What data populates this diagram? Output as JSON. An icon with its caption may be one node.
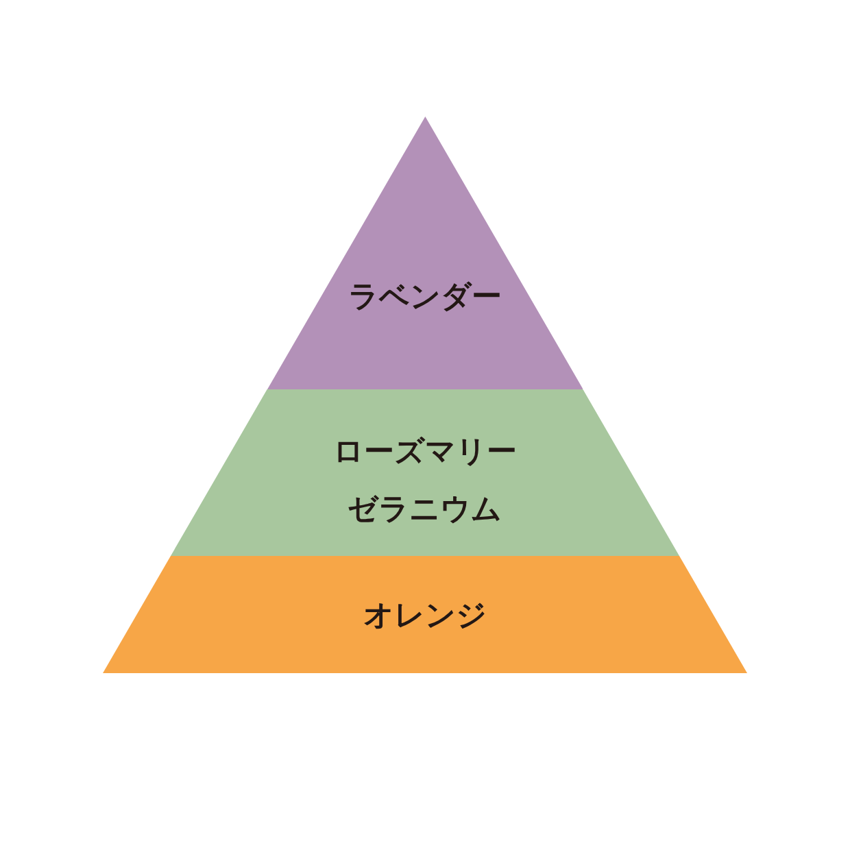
{
  "diagram": {
    "nodes": [
      {
        "text": [
          "ラベンダー"
        ]
      },
      {
        "text": [
          "ローズマリー",
          "ゼラニウム"
        ]
      },
      {
        "text": [
          "オレンジ"
        ]
      }
    ]
  }
}
